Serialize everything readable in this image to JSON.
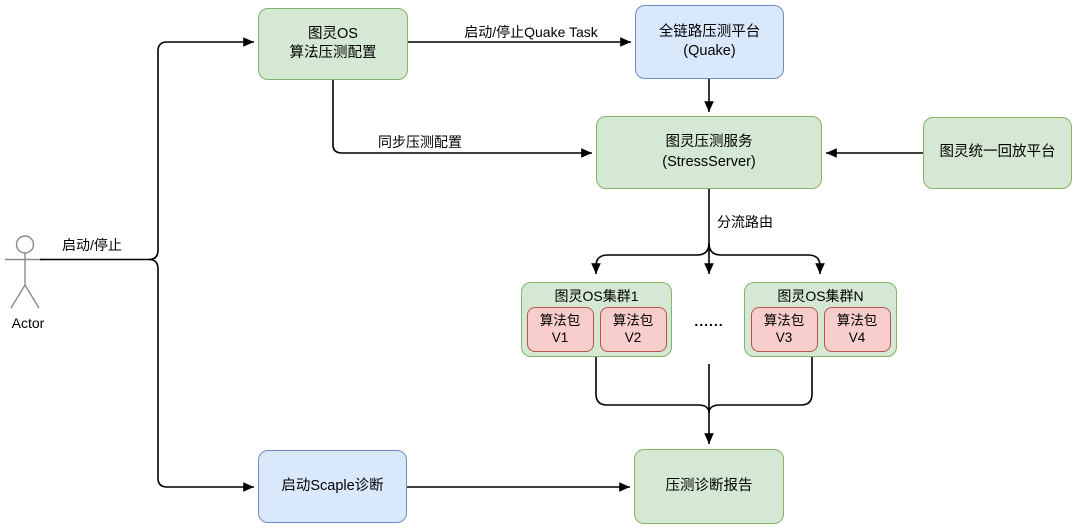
{
  "diagram": {
    "actor": {
      "label": "Actor"
    },
    "nodes": {
      "config": {
        "line1": "图灵OS",
        "line2": "算法压测配置"
      },
      "quake": {
        "line1": "全链路压测平台",
        "line2": "(Quake)"
      },
      "stress": {
        "line1": "图灵压测服务",
        "line2": "(StressServer)"
      },
      "replay": {
        "label": "图灵统一回放平台"
      },
      "cluster1": {
        "title": "图灵OS集群1",
        "packages": [
          {
            "line1": "算法包",
            "line2": "V1"
          },
          {
            "line1": "算法包",
            "line2": "V2"
          }
        ]
      },
      "clusterN": {
        "title": "图灵OS集群N",
        "packages": [
          {
            "line1": "算法包",
            "line2": "V3"
          },
          {
            "line1": "算法包",
            "line2": "V4"
          }
        ]
      },
      "ellipsis": "......",
      "report": {
        "label": "压测诊断报告"
      },
      "scaple": {
        "label": "启动Scaple诊断"
      }
    },
    "edge_labels": {
      "start_stop": "启动/停止",
      "start_stop_quake_task": "启动/停止Quake Task",
      "sync_config": "同步压测配置",
      "split_route": "分流路由"
    },
    "colors": {
      "green_fill": "#d5e8d4",
      "green_border": "#82b366",
      "blue_fill": "#dae8fc",
      "blue_border": "#6c8ebf",
      "red_fill": "#f8cecc",
      "red_border": "#b85450",
      "line": "#000000",
      "actor_stroke": "#8a8a8a"
    }
  }
}
